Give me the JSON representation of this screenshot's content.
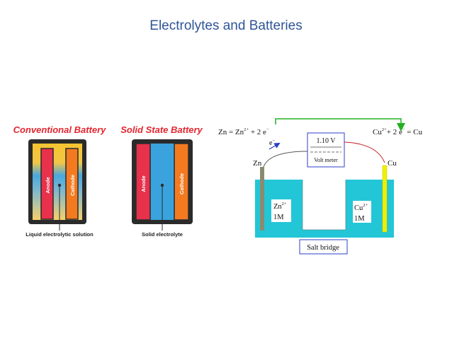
{
  "slide": {
    "title": "Electrolytes and Batteries"
  },
  "conventional": {
    "title": "Conventional Battery",
    "anode": "Anode",
    "cathode": "Cathode",
    "caption": "Liquid electrolytic solution"
  },
  "solid_state": {
    "title": "Solid State Battery",
    "anode": "Anode",
    "cathode": "Cathode",
    "caption": "Solid electrolyte"
  },
  "cell": {
    "left_reaction": {
      "base": "Zn = Zn",
      "sup": "2+",
      "tail": " + 2 e",
      "tail_sup": "−"
    },
    "right_reaction": {
      "base": "Cu",
      "sup": "2+",
      "tail": "+ 2 e",
      "tail_sup": "−",
      "end": " = Cu"
    },
    "electron": {
      "base": "e",
      "sup": "−"
    },
    "voltage": "1.10 V",
    "meter_label": "Volt meter",
    "left_electrode": "Zn",
    "right_electrode": "Cu",
    "left_solution": {
      "ion": "Zn",
      "sup": "2+",
      "conc": "1M"
    },
    "right_solution": {
      "ion": "Cu",
      "sup": "2+",
      "conc": "1M"
    },
    "salt_bridge": "Salt bridge"
  },
  "colors": {
    "title": "#2f5597",
    "battery_title": "#e3252f",
    "anode": "#e8314b",
    "cathode": "#f47a20",
    "electrolyte_blue": "#3aa3dd",
    "electrolyte_yellow": "#f7c531",
    "casing": "#2b2b2b",
    "solution": "#23c6d6",
    "zn_rod": "#8a8a70",
    "cu_rod": "#f0f000",
    "wire_green": "#22b022",
    "electron_arrow": "#2b3fc4",
    "wire_red": "#c8232a"
  }
}
